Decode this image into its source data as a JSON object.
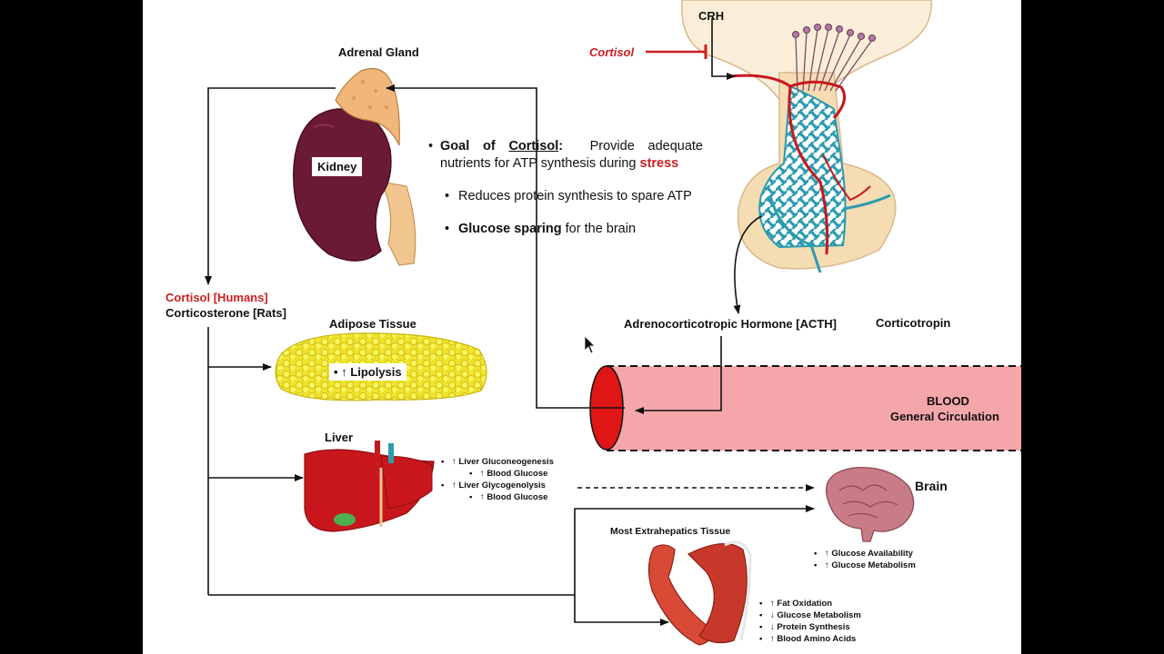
{
  "labels": {
    "adrenal_gland": "Adrenal Gland",
    "kidney": "Kidney",
    "crh": "CRH",
    "cortisol_inhibit": "Cortisol",
    "cortisol_humans": "Cortisol [Humans]",
    "corticosterone_rats": "Corticosterone [Rats]",
    "adipose_tissue": "Adipose Tissue",
    "lipolysis": "• ↑ Lipolysis",
    "liver": "Liver",
    "acth": "Adrenocorticotropic Hormone [ACTH]",
    "corticotropin": "Corticotropin",
    "blood": "BLOOD",
    "general_circulation": "General Circulation",
    "brain": "Brain",
    "extrahepatic": "Most Extrahepatics Tissue"
  },
  "goal": {
    "heading_bold": "Goal of ",
    "heading_underlined": "Cortisol",
    "heading_colon": ":",
    "text": "Provide adequate nutrients for ATP synthesis during",
    "stress": "stress",
    "point1": "Reduces protein synthesis to spare ATP",
    "point2_bold": "Glucose sparing",
    "point2_rest": " for the brain"
  },
  "liver_effects": {
    "gluconeogenesis": "↑ Liver Gluconeogenesis",
    "blood_glucose_1": "↑ Blood Glucose",
    "glycogenolysis": "↑ Liver Glycogenolysis",
    "blood_glucose_2": "↑ Blood Glucose"
  },
  "brain_effects": [
    "↑ Glucose Availability",
    "↑ Glucose Metabolism"
  ],
  "muscle_effects": [
    "↑ Fat Oxidation",
    "↓ Glucose Metabolism",
    "↓ Protein Synthesis",
    "↑ Blood Amino Acids"
  ],
  "colors": {
    "accent_red": "#cc1f1f",
    "blood_vessel": "#f4a6aa",
    "kidney": "#6b1a36",
    "adrenal": "#f0b67a",
    "adipose": "#f2ee3a",
    "liver": "#c8171c",
    "capillary": "#2d9bb0"
  },
  "icons": [
    "cursor-icon"
  ]
}
